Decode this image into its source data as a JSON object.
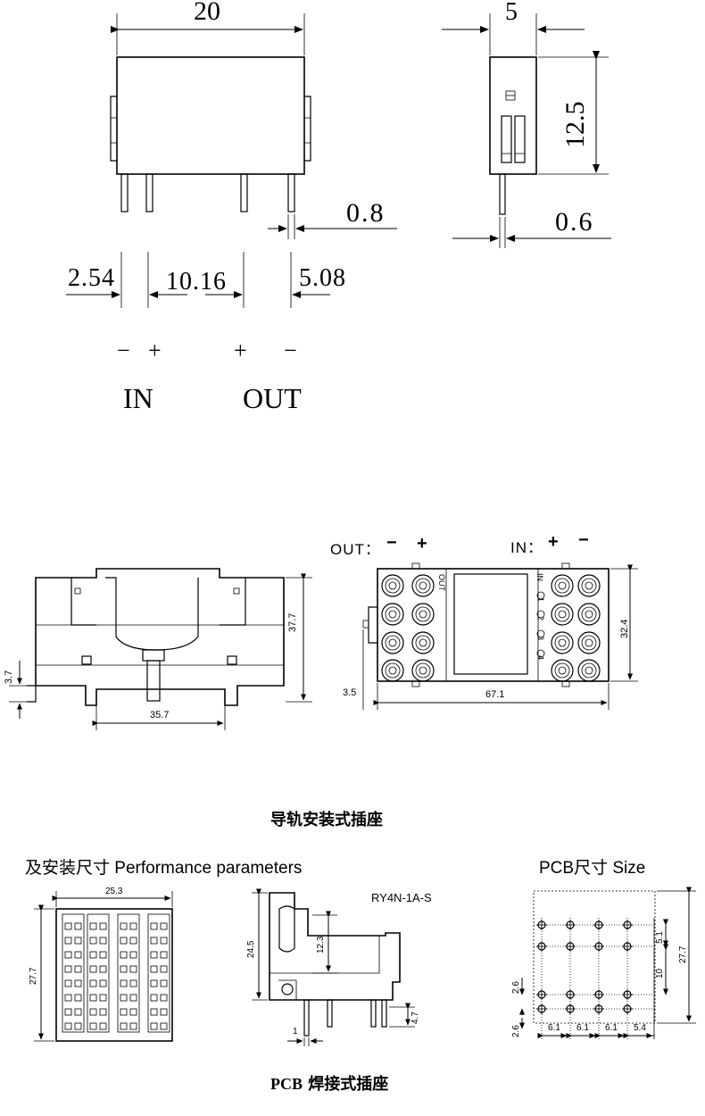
{
  "relay": {
    "dim_width": "20",
    "dim_thickness": "5",
    "dim_height": "12.5",
    "dim_pin_width": "0.8",
    "dim_pin_thick": "0.6",
    "pitch_a": "2.54",
    "pitch_b": "10.16",
    "pitch_c": "5.08",
    "pin_minus_1": "−",
    "pin_plus_1": "+",
    "pin_plus_2": "+",
    "pin_minus_2": "−",
    "label_in": "IN",
    "label_out": "OUT"
  },
  "rail_socket": {
    "dim_height": "37.7",
    "dim_bottom": "3.7",
    "dim_rail": "35.7",
    "out_label": "OUT：",
    "out_minus": "−",
    "out_plus": "+",
    "in_label": "IN：",
    "in_plus": "+",
    "in_minus": "−",
    "dim_top_height": "32.4",
    "dim_offset": "3.5",
    "dim_length": "67.1",
    "face_out": "OUT",
    "face_in": "IN",
    "face_nums": [
      "1",
      "2",
      "3",
      "4"
    ],
    "caption": "导轨安装式插座"
  },
  "pcb_socket": {
    "perf_title": "及安装尺寸 Performance parameters",
    "pcb_title": "PCB尺寸 Size",
    "model": "RY4N-1A-S",
    "dim_width": "25.3",
    "dim_depth": "27.7",
    "side_height": "24.5",
    "side_top": "12.3",
    "side_pin": "4.7",
    "side_pin_w": "1",
    "pcb_height": "27.7",
    "pcb_row1": "5.1",
    "pcb_row2": "10",
    "pcb_left1": "2.6",
    "pcb_left2": "2.6",
    "pcb_x1": "6.1",
    "pcb_x2": "6.1",
    "pcb_x3": "6.1",
    "pcb_x4": "5.4",
    "caption_latin": "PCB",
    "caption_cjk": " 焊接式插座"
  }
}
